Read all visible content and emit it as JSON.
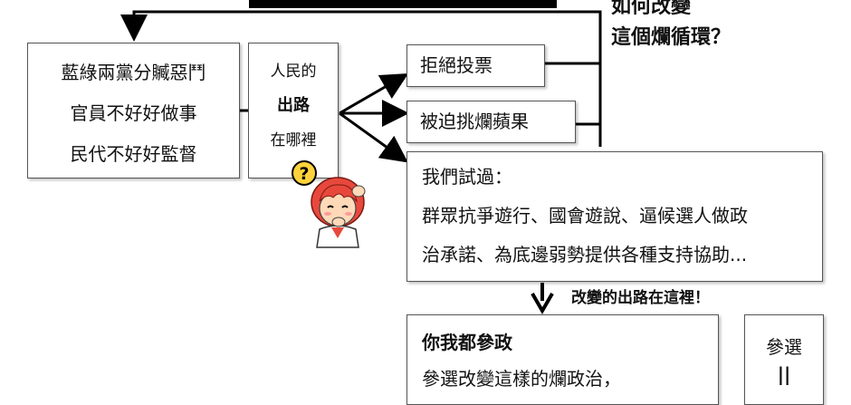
{
  "colors": {
    "line": "#000000",
    "border": "#555555",
    "hair": "#e8483c",
    "skin": "#ffd9b8"
  },
  "question": {
    "line1": "如何改變",
    "line2": "這個爛循環？"
  },
  "problems": {
    "line1": "藍綠兩黨分贓惡鬥",
    "line2": "官員不好好做事",
    "line3": "民代不好好監督"
  },
  "people": {
    "line1": "人民的",
    "line2": "出路",
    "line3": "在哪裡"
  },
  "options": {
    "refuse_vote": "拒絕投票",
    "forced_pick": "被迫挑爛蘋果"
  },
  "tried": {
    "heading": "我們試過：",
    "line1": "群眾抗爭遊行、國會遊說、逼候選人做政",
    "line2": "治承諾、為底邊弱勢提供各種支持協助..."
  },
  "arrow_label": "改變的出路在這裡！",
  "participate": {
    "heading": "你我都參政",
    "body": "參選改變這樣的爛政治，"
  },
  "run": {
    "line1": "參選",
    "line2": "||"
  },
  "icons": {
    "character": "confused-girl-icon",
    "question": "question-mark-icon"
  }
}
